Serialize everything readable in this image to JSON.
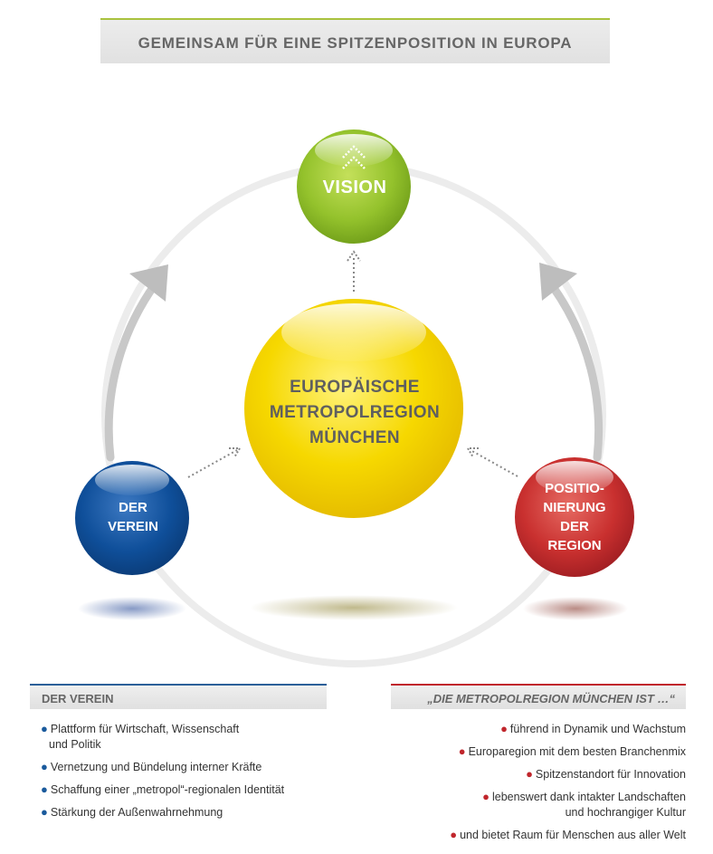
{
  "header": {
    "title": "GEMEINSAM FÜR EINE SPITZENPOSITION IN EUROPA"
  },
  "diagram": {
    "vision": "VISION",
    "center": [
      "EUROPÄISCHE",
      "METROPOLREGION",
      "MÜNCHEN"
    ],
    "verein": [
      "DER",
      "VEREIN"
    ],
    "region": [
      "POSITIO-",
      "NIERUNG",
      "DER",
      "REGION"
    ]
  },
  "colors": {
    "vision_green": "#8fbf2a",
    "center_yellow": "#f4d400",
    "verein_blue": "#0f4f9a",
    "region_red": "#c2262c"
  },
  "left_section": {
    "title": "DER VEREIN",
    "items": [
      [
        "Plattform für Wirtschaft, Wissenschaft",
        "und Politik"
      ],
      [
        "Vernetzung und Bündelung interner Kräfte"
      ],
      [
        "Schaffung einer „metropol“-regionalen Identität"
      ],
      [
        "Stärkung der Außenwahrnehmung"
      ]
    ]
  },
  "right_section": {
    "title": "„DIE METROPOLREGION MÜNCHEN IST …“",
    "items": [
      [
        "führend in Dynamik und Wachstum"
      ],
      [
        "Europaregion mit dem besten Branchenmix"
      ],
      [
        "Spitzenstandort für Innovation"
      ],
      [
        "lebenswert dank intakter Landschaften",
        "und hochrangiger Kultur"
      ],
      [
        "und bietet Raum für Menschen aus aller Welt"
      ]
    ]
  }
}
